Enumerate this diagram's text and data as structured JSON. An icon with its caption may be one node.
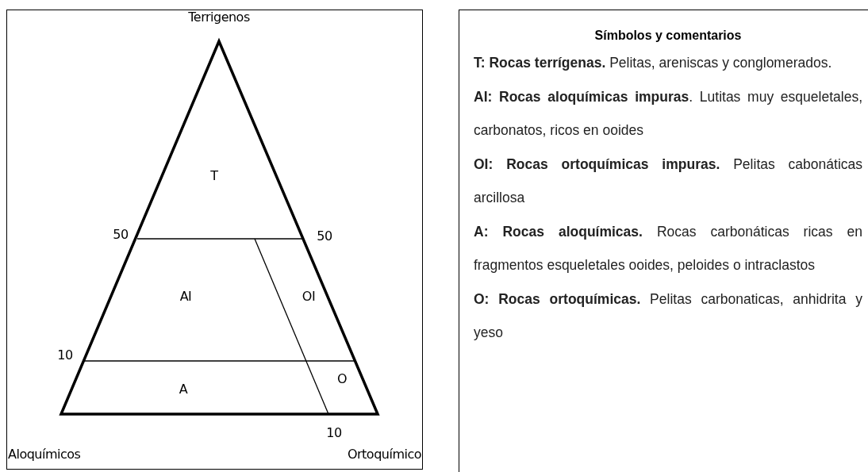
{
  "diagram": {
    "nodes": [
      {
        "text": [
          "Símbolos y comentarios",
          "**T: Rocas terrígenas.** Pelitas, areniscas y conglomerados.",
          "**AI: Rocas aloquímicas impuras**. Lutitas muy esqueletales, carbonatos, ricos en ooides",
          "**OI: Rocas ortoquímicas impuras.** Pelitas cabonáticas arcillosa",
          "**A: Rocas aloquímicas.** Rocas carbonáticas ricas en fragmentos esqueletales ooides, peloides o intraclastos",
          "**O: Rocas ortoquímicas.** Pelitas carbonaticas, anhidrita y yeso"
        ]
      }
    ],
    "labels": [
      "Terrigenos",
      "T",
      "50",
      "50",
      "AI",
      "OI",
      "10",
      "O",
      "A",
      "10",
      "Aloquímicos",
      "Ortoquímico"
    ]
  }
}
